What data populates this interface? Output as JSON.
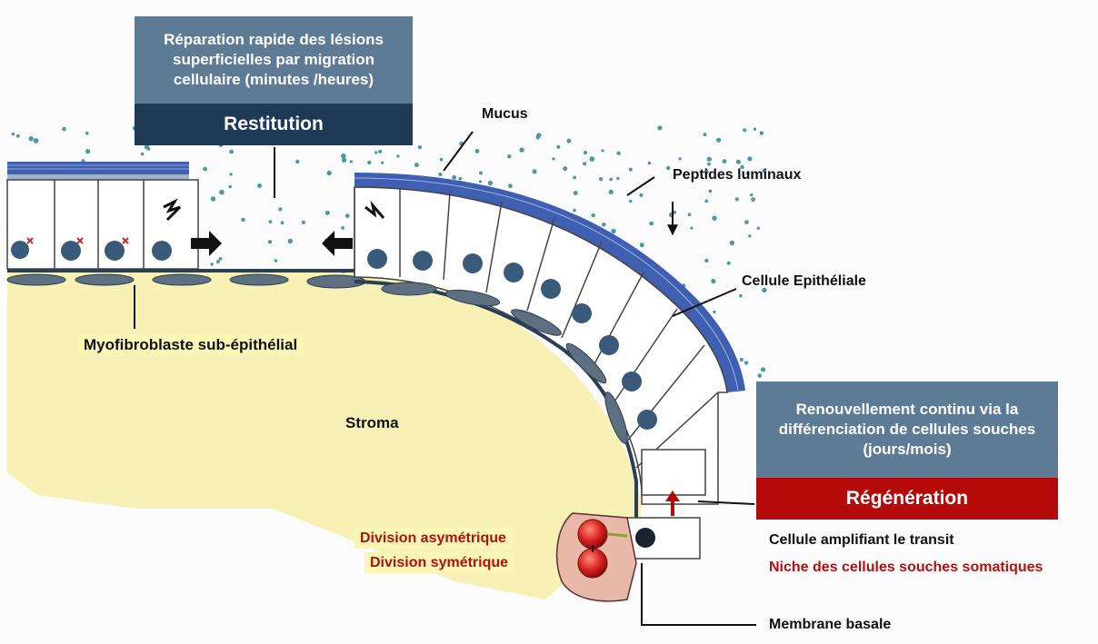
{
  "restitution": {
    "description": "Réparation rapide des lésions superficielles par migration cellulaire (minutes /heures)",
    "title": "Restitution"
  },
  "regeneration": {
    "description": "Renouvellement continu via la différenciation de cellules souches (jours/mois)",
    "title": "Régénération"
  },
  "labels": {
    "mucus": "Mucus",
    "peptides": "Peptides luminaux",
    "epithelial_cell": "Cellule Epithéliale",
    "myofibroblast": "Myofibroblaste sub-épithélial",
    "stroma": "Stroma",
    "division_asym": "Division asymétrique",
    "division_sym": "Division symétrique",
    "transit_cell": "Cellule amplifiant le transit",
    "stem_niche": "Niche des cellules souches somatiques",
    "basement_membrane": "Membrane basale"
  },
  "colors": {
    "mucus_band": "#3f5fb0",
    "stroma_fill": "#f7efa8",
    "nucleus": "#3a5a7a",
    "peptide_dot": "#4a9aa0",
    "stem_cell": "#d62222",
    "accent_red": "#b50a0a",
    "accent_navy": "#1f3a57",
    "accent_slate": "#5e7b95"
  }
}
